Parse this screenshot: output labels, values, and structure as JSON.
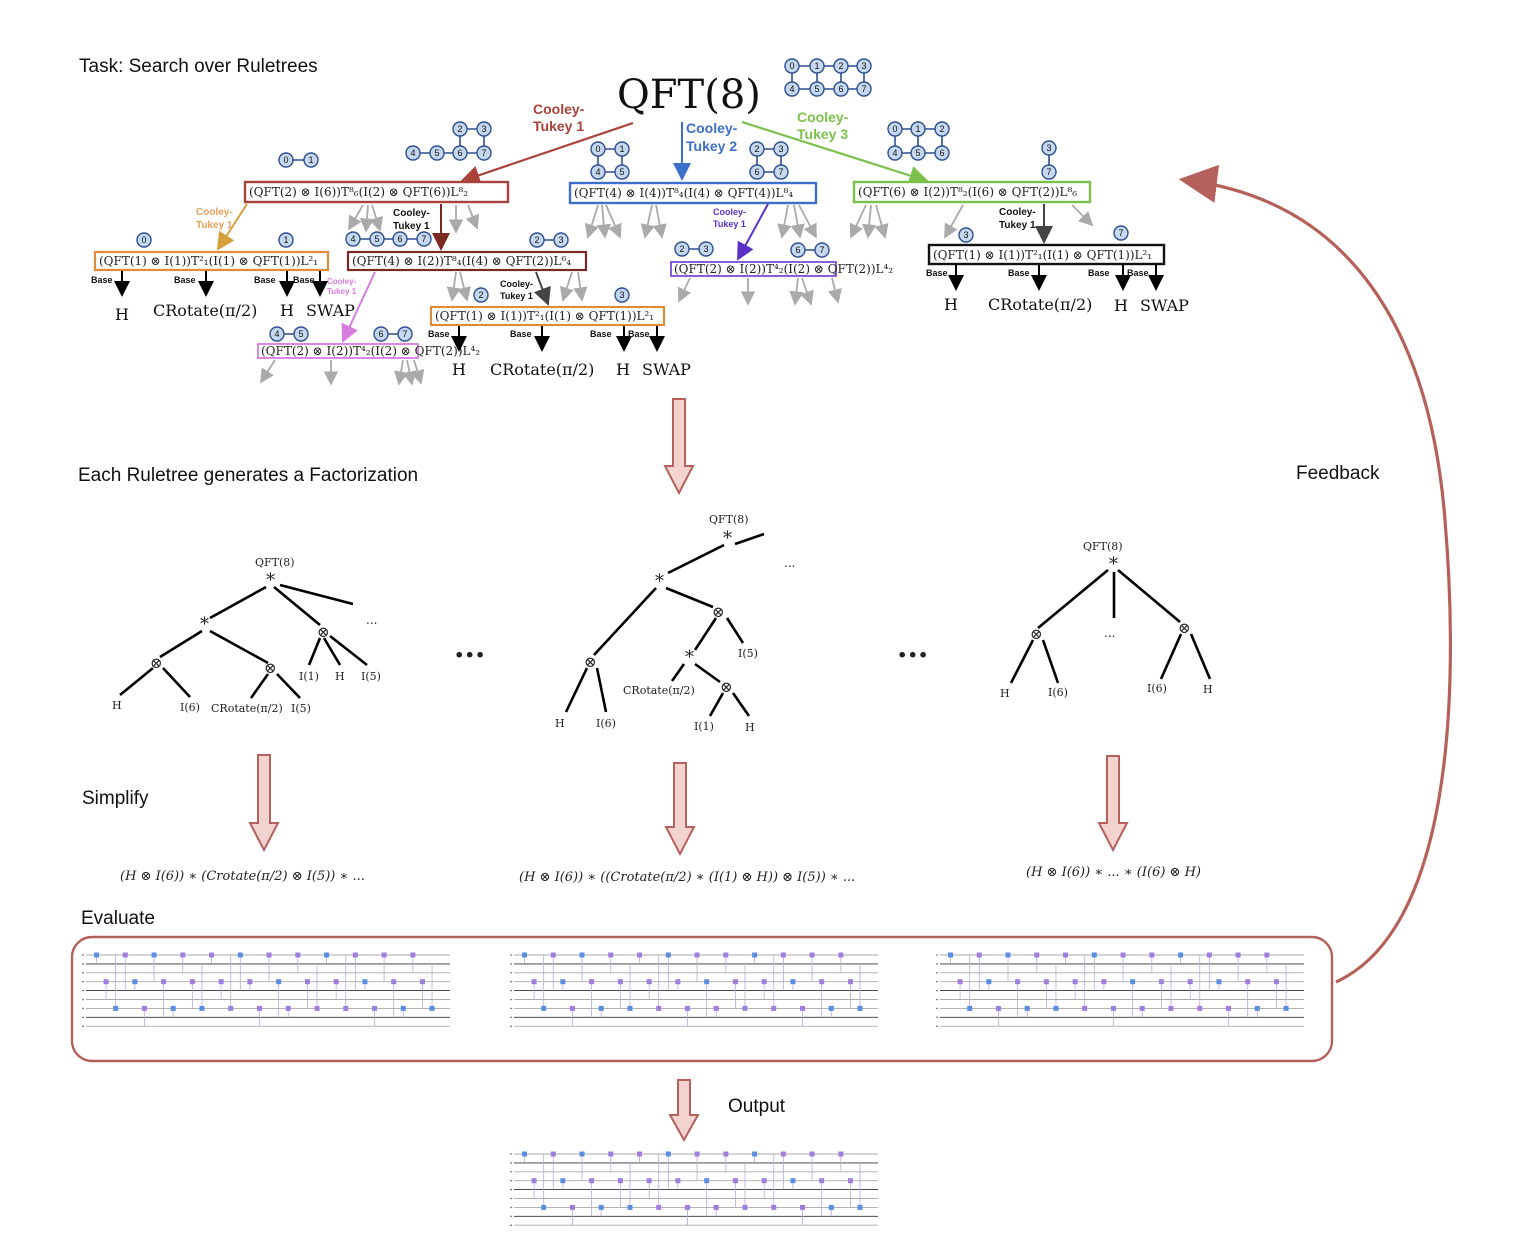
{
  "labels": {
    "task": "Task: Search over Ruletrees",
    "factorization": "Each Ruletree generates a Factorization",
    "simplify": "Simplify",
    "evaluate": "Evaluate",
    "output": "Output",
    "feedback": "Feedback"
  },
  "root": "QFT(8)",
  "rules": {
    "ck1": "Cooley-Tukey 1",
    "ck2": "Cooley-Tukey 2",
    "ck3": "Cooley-Tukey 3",
    "base": "Base"
  },
  "formulas": {
    "f_red": "(QFT(2) ⊗ I(6))T⁸₆(I(2) ⊗ QFT(6))L⁸₂",
    "f_blue": "(QFT(4) ⊗ I(4))T⁸₄(I(4) ⊗ QFT(4))L⁸₄",
    "f_green": "(QFT(6) ⊗ I(2))T⁸₂(I(6) ⊗ QFT(2))L⁸₆",
    "f_orange_left": "(QFT(1) ⊗ I(1))T²₁(I(1) ⊗ QFT(1))L²₁",
    "f_darkred": "(QFT(4) ⊗ I(2))T⁸₄(I(4) ⊗ QFT(2))L⁶₄",
    "f_orange_mid": "(QFT(1) ⊗ I(1))T²₁(I(1) ⊗ QFT(1))L²₁",
    "f_pink": "(QFT(2) ⊗ I(2))T⁴₂(I(2) ⊗ QFT(2))L⁴₂",
    "f_purple": "(QFT(2) ⊗ I(2))T⁴₂(I(2) ⊗ QFT(2))L⁴₂",
    "f_black": "(QFT(1) ⊗ I(1))T²₁(I(1) ⊗ QFT(1))L²₁"
  },
  "leaves": {
    "H": "H",
    "crotate": "CRotate(π/2)",
    "swap": "SWAP"
  },
  "trees": {
    "root": "QFT(8)",
    "star": "*",
    "otimes": "⊗",
    "ellipsis": "...",
    "H": "H",
    "I6": "I(6)",
    "I5": "I(5)",
    "I1": "I(1)",
    "crot": "CRotate(π/2)"
  },
  "between_dots": "...",
  "expressions": {
    "e1": "(H ⊗ I(6)) ∗ (Crotate(π/2) ⊗ I(5)) ∗ ...",
    "e2": "(H ⊗ I(6)) ∗ ((Crotate(π/2) ∗ (I(1) ⊗ H)) ⊗ I(5)) ∗ ...",
    "e3": "(H ⊗ I(6)) ∗ ... ∗ (I(6) ⊗ H)"
  },
  "colors": {
    "red": "#a8423a",
    "blue": "#3b6fc9",
    "green": "#7cc04b",
    "orange": "#e08a3a",
    "darkred": "#7a2a22",
    "pink": "#d77be0",
    "purple": "#7b4fd1",
    "feedback": "#b5605a",
    "arrowfill": "#f2d3d0"
  }
}
